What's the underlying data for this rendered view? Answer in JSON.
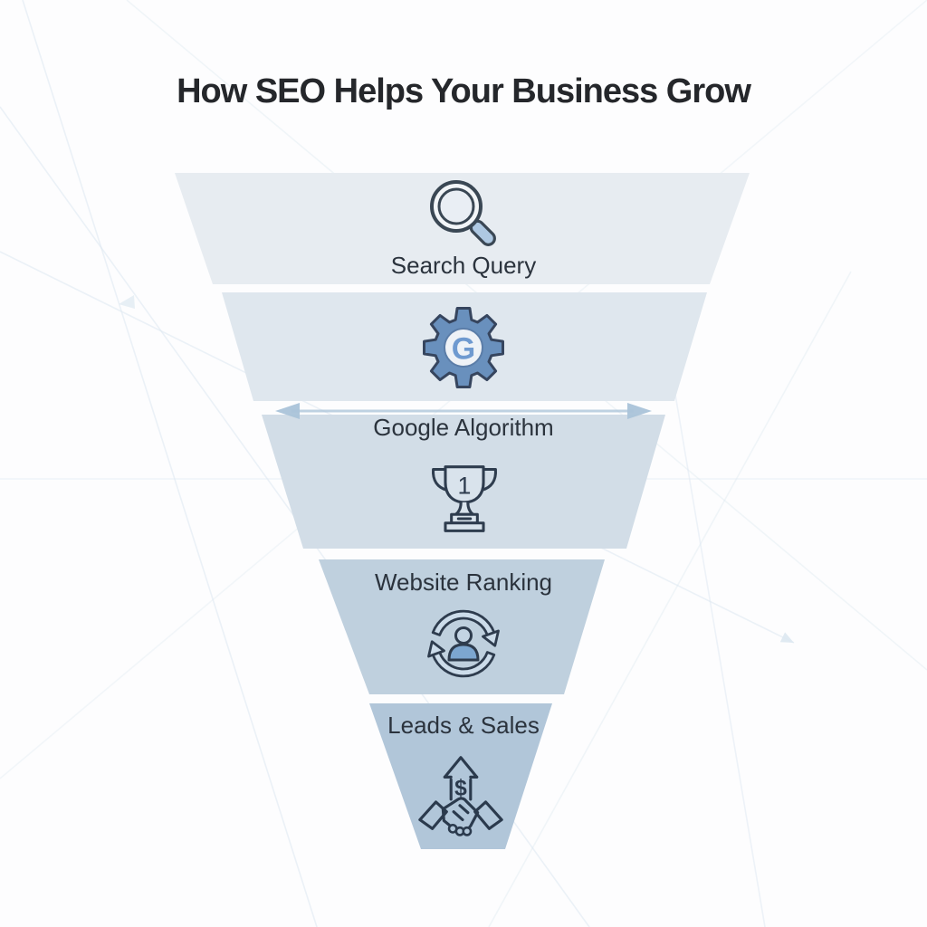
{
  "title": {
    "text": "How SEO Helps Your Business Grow"
  },
  "funnel": {
    "stages": [
      {
        "label": "Search Query",
        "icon": "magnifier-icon",
        "color": "#e7ecf1"
      },
      {
        "label": "Google Algorithm",
        "icon": "gear-google-icon",
        "icon_letter": "G",
        "color": "#dfe7ee"
      },
      {
        "label": "Website Ranking",
        "icon": "trophy-first-place-icon",
        "rank_number": "1",
        "color": "#d2dde7"
      },
      {
        "label": "Leads & Sales",
        "icon": "sync-person-icon",
        "color": "#bfd0de"
      },
      {
        "label": "",
        "icon": "growth-handshake-icon",
        "currency_symbol": "$",
        "color": "#b1c6d9"
      }
    ]
  },
  "colors": {
    "background": "#fdfdfe",
    "title_text": "#25272b",
    "label_text": "#2b333d",
    "icon_outline": "#2e3c4e",
    "gear_blue": "#6990bd",
    "g_letter_blue": "#6f9ad0",
    "person_blue": "#7ca6d0",
    "handle_blue": "#aec8e2",
    "band_blue": "#ccdcea",
    "gap_arrow_blue": "#aac3d9",
    "mesh_line": "#dde8f1"
  }
}
